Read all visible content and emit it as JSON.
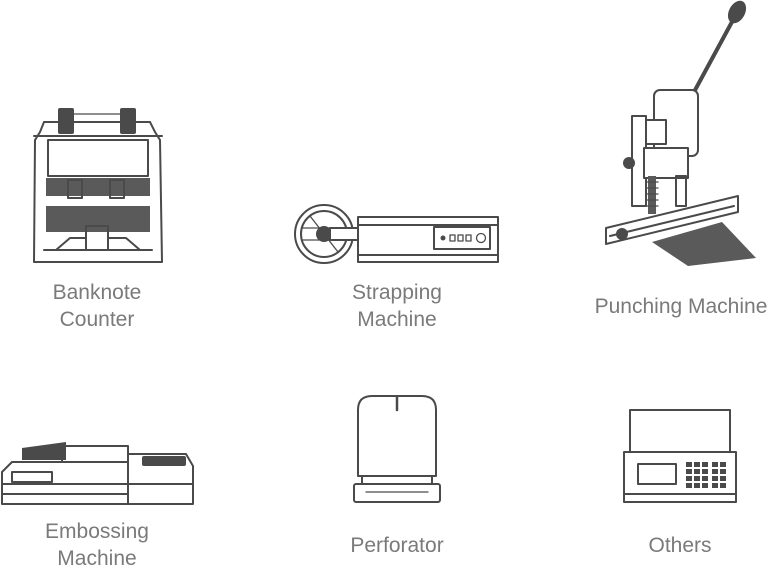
{
  "items": [
    {
      "lines": [
        "Banknote",
        "Counter"
      ],
      "icon": "banknote-counter-icon"
    },
    {
      "lines": [
        "Strapping",
        "Machine"
      ],
      "icon": "strapping-machine-icon"
    },
    {
      "lines": [
        "Punching Machine"
      ],
      "icon": "punching-machine-icon"
    },
    {
      "lines": [
        "Embossing",
        "Machine"
      ],
      "icon": "embossing-machine-icon"
    },
    {
      "lines": [
        "Perforator"
      ],
      "icon": "perforator-icon"
    },
    {
      "lines": [
        "Others"
      ],
      "icon": "others-icon"
    }
  ],
  "colors": {
    "stroke": "#4a4a4a",
    "text": "#7a7a7a",
    "background": "#ffffff"
  }
}
